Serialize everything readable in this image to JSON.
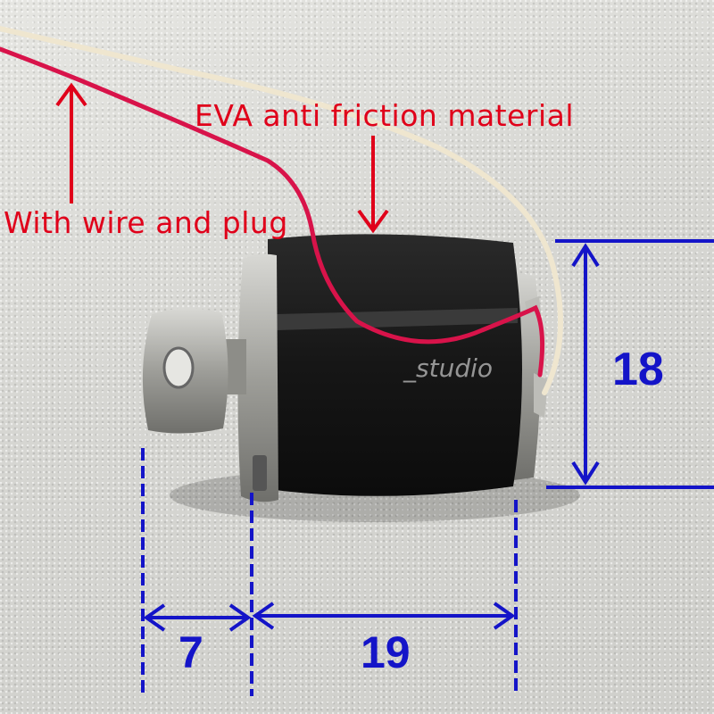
{
  "annotations": {
    "wire_label": "With wire and plug",
    "material_label": "EVA anti friction material",
    "height_label": "18",
    "shaft_length_label": "7",
    "body_length_label": "19",
    "watermark": "_studio"
  },
  "colors": {
    "annotation_red": "#e0001a",
    "dimension_blue": "#1414c8",
    "motor_foam": "#1b1b1b",
    "metal": "#a9a9a4"
  }
}
